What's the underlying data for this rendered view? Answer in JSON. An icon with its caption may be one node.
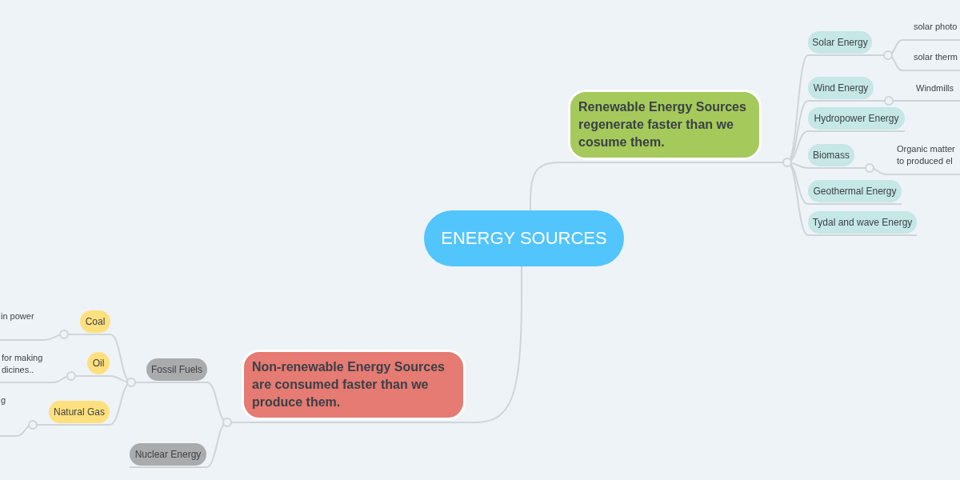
{
  "diagram": {
    "nodes": [
      {
        "text": [
          "ENERGY SOURCES"
        ]
      },
      {
        "text": [
          "Renewable Energy Sources regenerate faster than we cosume them."
        ]
      },
      {
        "text": [
          "Solar Energy"
        ]
      },
      {
        "text": [
          "solar photo"
        ]
      },
      {
        "text": [
          "solar therm"
        ]
      },
      {
        "text": [
          "Wind Energy"
        ]
      },
      {
        "text": [
          "Windmills"
        ]
      },
      {
        "text": [
          "Hydropower Energy"
        ]
      },
      {
        "text": [
          "Biomass"
        ]
      },
      {
        "text": [
          "Organic matter to produced el"
        ]
      },
      {
        "text": [
          "Geothermal Energy"
        ]
      },
      {
        "text": [
          "Tydal and wave Energy"
        ]
      },
      {
        "text": [
          "Non-renewable Energy Sources are consumed faster than we produce them."
        ]
      },
      {
        "text": [
          "Fossil Fuels"
        ]
      },
      {
        "text": [
          "Coal"
        ]
      },
      {
        "text": [
          "in power"
        ]
      },
      {
        "text": [
          "Oil"
        ]
      },
      {
        "text": [
          "for making dicines.."
        ]
      },
      {
        "text": [
          "Natural Gas"
        ]
      },
      {
        "text": [
          "g"
        ]
      },
      {
        "text": [
          "Nuclear Energy"
        ]
      }
    ],
    "edges": [
      {
        "from": 0,
        "to": 1,
        "arrow": "none"
      },
      {
        "from": 1,
        "to": 2,
        "arrow": "none"
      },
      {
        "from": 2,
        "to": 3,
        "arrow": "none"
      },
      {
        "from": 2,
        "to": 4,
        "arrow": "none"
      },
      {
        "from": 1,
        "to": 5,
        "arrow": "none"
      },
      {
        "from": 5,
        "to": 6,
        "arrow": "none"
      },
      {
        "from": 1,
        "to": 7,
        "arrow": "none"
      },
      {
        "from": 1,
        "to": 8,
        "arrow": "none"
      },
      {
        "from": 8,
        "to": 9,
        "arrow": "none"
      },
      {
        "from": 1,
        "to": 10,
        "arrow": "none"
      },
      {
        "from": 1,
        "to": 11,
        "arrow": "none"
      },
      {
        "from": 0,
        "to": 12,
        "arrow": "none"
      },
      {
        "from": 12,
        "to": 13,
        "arrow": "none"
      },
      {
        "from": 13,
        "to": 14,
        "arrow": "none"
      },
      {
        "from": 14,
        "to": 15,
        "arrow": "none"
      },
      {
        "from": 13,
        "to": 16,
        "arrow": "none"
      },
      {
        "from": 16,
        "to": 17,
        "arrow": "none"
      },
      {
        "from": 13,
        "to": 18,
        "arrow": "none"
      },
      {
        "from": 18,
        "to": 19,
        "arrow": "none"
      },
      {
        "from": 12,
        "to": 20,
        "arrow": "none"
      }
    ]
  }
}
